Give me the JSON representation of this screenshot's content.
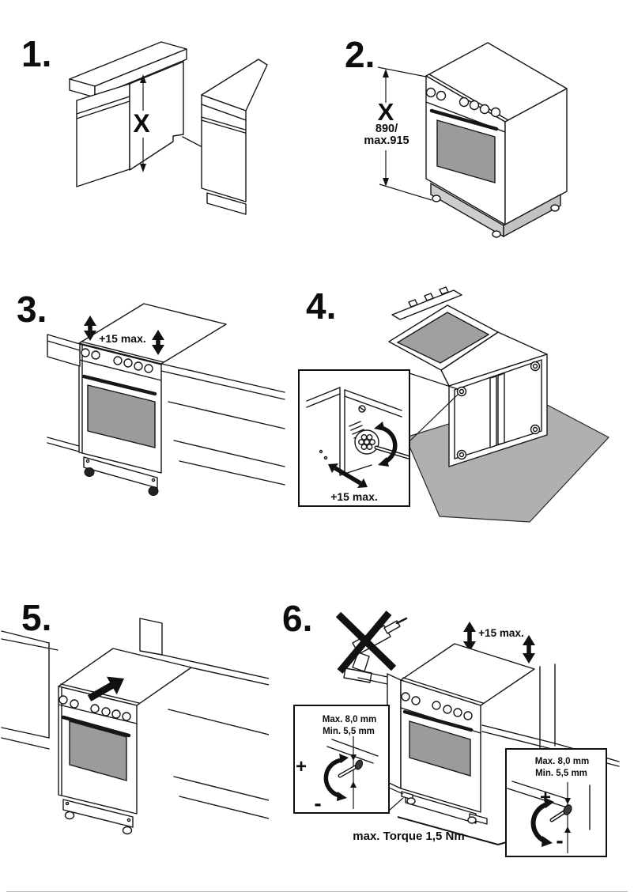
{
  "document": {
    "kind": "appliance installation instruction sheet",
    "appliance": "freestanding cooker / oven"
  },
  "colors": {
    "line": "#161616",
    "door_glass": "#9b9b9b",
    "plinth": "#cdcdcd",
    "soft_mat": "#b0b0b0",
    "cooktop_panel": "#a0a0a0",
    "screw_head": "#3a3a3a"
  },
  "steps": [
    {
      "number": "1.",
      "labels": {
        "height_symbol": "X"
      }
    },
    {
      "number": "2.",
      "labels": {
        "height_symbol": "X",
        "height_value_line1": "890/",
        "height_value_line2": "max.915"
      }
    },
    {
      "number": "3.",
      "labels": {
        "top_clearance": "+15 max."
      }
    },
    {
      "number": "4.",
      "labels": {
        "foot_adjust_range": "+15 max."
      }
    },
    {
      "number": "5.",
      "labels": {}
    },
    {
      "number": "6.",
      "labels": {
        "top_clearance": "+15 max.",
        "left_inset_max": "Max. 8,0 mm",
        "left_inset_min": "Min. 5,5 mm",
        "right_inset_max": "Max. 8,0 mm",
        "right_inset_min": "Min. 5,5 mm",
        "left_inset_plus": "+",
        "left_inset_minus": "-",
        "right_inset_plus": "+",
        "right_inset_minus": "-",
        "torque_note": "max. Torque 1,5 Nm"
      }
    }
  ]
}
